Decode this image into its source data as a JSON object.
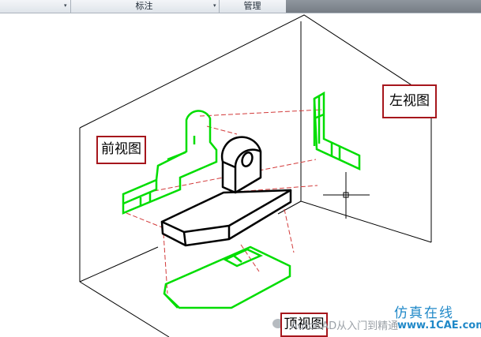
{
  "ribbon": {
    "tab_annotate": "标注",
    "tab_manage": "管理",
    "expand_arrow": "▾"
  },
  "views": {
    "front": "前视图",
    "left": "左视图",
    "top": "顶视图"
  },
  "watermark": {
    "text": "AutoCAD从入门到精通",
    "brand_cn": "仿真在线",
    "brand_url": "www.1CAE.com"
  },
  "colors": {
    "projection_green": "#00dd00",
    "label_border": "#a6161c",
    "projector_red": "#d23a3a",
    "brand_blue": "#1f88c8"
  },
  "icons": [
    "crosshair-cursor-icon",
    "wechat-icon"
  ]
}
